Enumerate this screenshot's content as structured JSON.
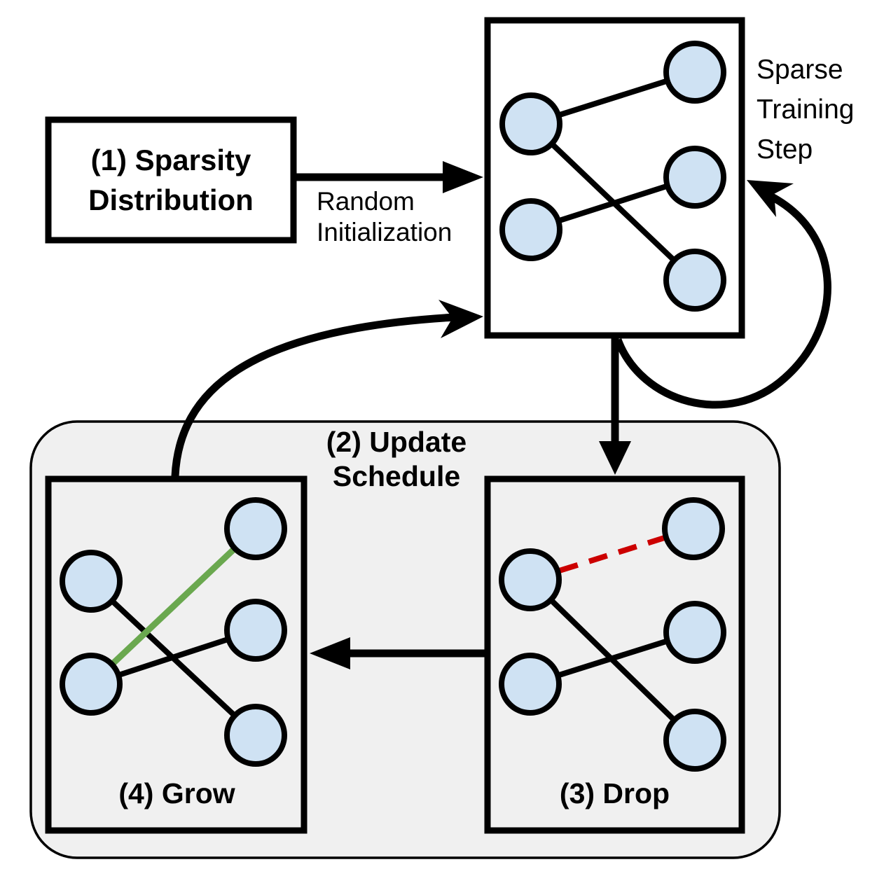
{
  "diagram": {
    "title_context": "sparse training loop diagram",
    "labels": {
      "sparsity_distribution": "(1) Sparsity Distribution",
      "random_initialization": "Random Initialization",
      "sparse_training_step": "Sparse Training Step",
      "update_schedule": "(2) Update Schedule",
      "drop": "(3) Drop",
      "grow": "(4) Grow"
    },
    "networks": {
      "sparse_training_network": {
        "left_nodes": 2,
        "right_nodes": 3,
        "active_edges": 3
      },
      "drop_network": {
        "left_nodes": 2,
        "right_nodes": 3,
        "active_edges": 2,
        "dropped_edges": 1
      },
      "grow_network": {
        "left_nodes": 2,
        "right_nodes": 3,
        "active_edges": 2,
        "grown_edges": 1
      }
    }
  },
  "colors": {
    "stroke": "#000000",
    "background": "#ffffff",
    "container-fill": "#f0f0f0",
    "node-fill": "#cfe2f3",
    "grow-edge": "#6aa84f",
    "drop-edge": "#cc0000"
  }
}
